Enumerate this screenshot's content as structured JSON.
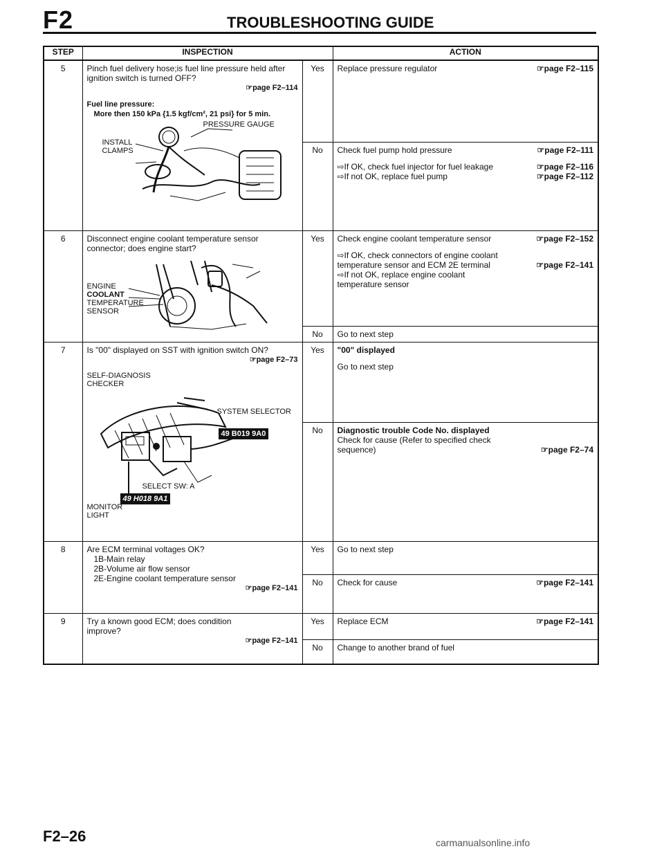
{
  "header": {
    "section": "F2",
    "title": "TROUBLESHOOTING GUIDE"
  },
  "table": {
    "col_step": "STEP",
    "col_inspection": "INSPECTION",
    "col_action": "ACTION"
  },
  "steps": {
    "s5": {
      "num": "5",
      "q": "Pinch fuel delivery hose;is fuel line pressure held after ignition switch is turned OFF?",
      "ref": "☞page F2–114",
      "spec_label": "Fuel line pressure:",
      "spec_value": "More then 150 kPa {1.5 kgf/cm², 21 psi} for 5 min.",
      "lbl_gauge": "PRESSURE GAUGE",
      "lbl_install": "INSTALL",
      "lbl_clamps": "CLAMPS",
      "yes": "Yes",
      "no": "No",
      "yes_action": "Replace pressure regulator",
      "yes_ref": "☞page F2–115",
      "no_a1": "Check fuel pump hold pressure",
      "no_a1_ref": "☞page F2–111",
      "no_a2": "⇨If OK, check fuel injector for fuel leakage",
      "no_a2_ref": "☞page F2–116",
      "no_a3": "⇨If not OK, replace fuel pump",
      "no_a3_ref": "☞page F2–112"
    },
    "s6": {
      "num": "6",
      "q": "Disconnect engine coolant temperature sensor connector; does engine start?",
      "lbl_sensor_1": "ENGINE",
      "lbl_sensor_2": "COOLANT",
      "lbl_sensor_3": "TEMPERATURE",
      "lbl_sensor_4": "SENSOR",
      "yes": "Yes",
      "no": "No",
      "yes_a1": "Check engine coolant temperature sensor",
      "yes_a1_ref": "☞page F2–152",
      "yes_a2": "⇨If OK, check connectors of engine coolant temperature sensor and ECM 2E terminal",
      "yes_a2_ref": "☞page F2–141",
      "yes_a3": "⇨If not OK, replace engine coolant temperature sensor",
      "no_action": "Go to next step"
    },
    "s7": {
      "num": "7",
      "q": "Is \"00\" displayed on SST with ignition switch ON?",
      "ref": "☞page F2–73",
      "lbl_checker_1": "SELF-DIAGNOSIS",
      "lbl_checker_2": "CHECKER",
      "lbl_selector": "SYSTEM SELECTOR",
      "sst_1": "49 B019 9A0",
      "lbl_select_sw": "SELECT SW: A",
      "sst_2": "49 H018 9A1",
      "lbl_monitor_1": "MONITOR",
      "lbl_monitor_2": "LIGHT",
      "yes": "Yes",
      "no": "No",
      "yes_head": "\"00\" displayed",
      "yes_action": "Go to next step",
      "no_head": "Diagnostic trouble Code No. displayed",
      "no_action": "Check for cause (Refer to specified check sequence)",
      "no_ref": "☞page F2–74"
    },
    "s8": {
      "num": "8",
      "q": "Are ECM terminal voltages OK?",
      "l1": "1B-Main relay",
      "l2": "2B-Volume air flow sensor",
      "l3": "2E-Engine coolant temperature sensor",
      "ref": "☞page F2–141",
      "yes": "Yes",
      "no": "No",
      "yes_action": "Go to next step",
      "no_action": "Check for cause",
      "no_ref": "☞page F2–141"
    },
    "s9": {
      "num": "9",
      "q": "Try a known good ECM; does condition improve?",
      "ref": "☞page F2–141",
      "yes": "Yes",
      "no": "No",
      "yes_action": "Replace ECM",
      "yes_ref": "☞page F2–141",
      "no_action": "Change to another brand of fuel"
    }
  },
  "footer": {
    "page": "F2–26",
    "watermark": "carmanualsonline.info"
  }
}
